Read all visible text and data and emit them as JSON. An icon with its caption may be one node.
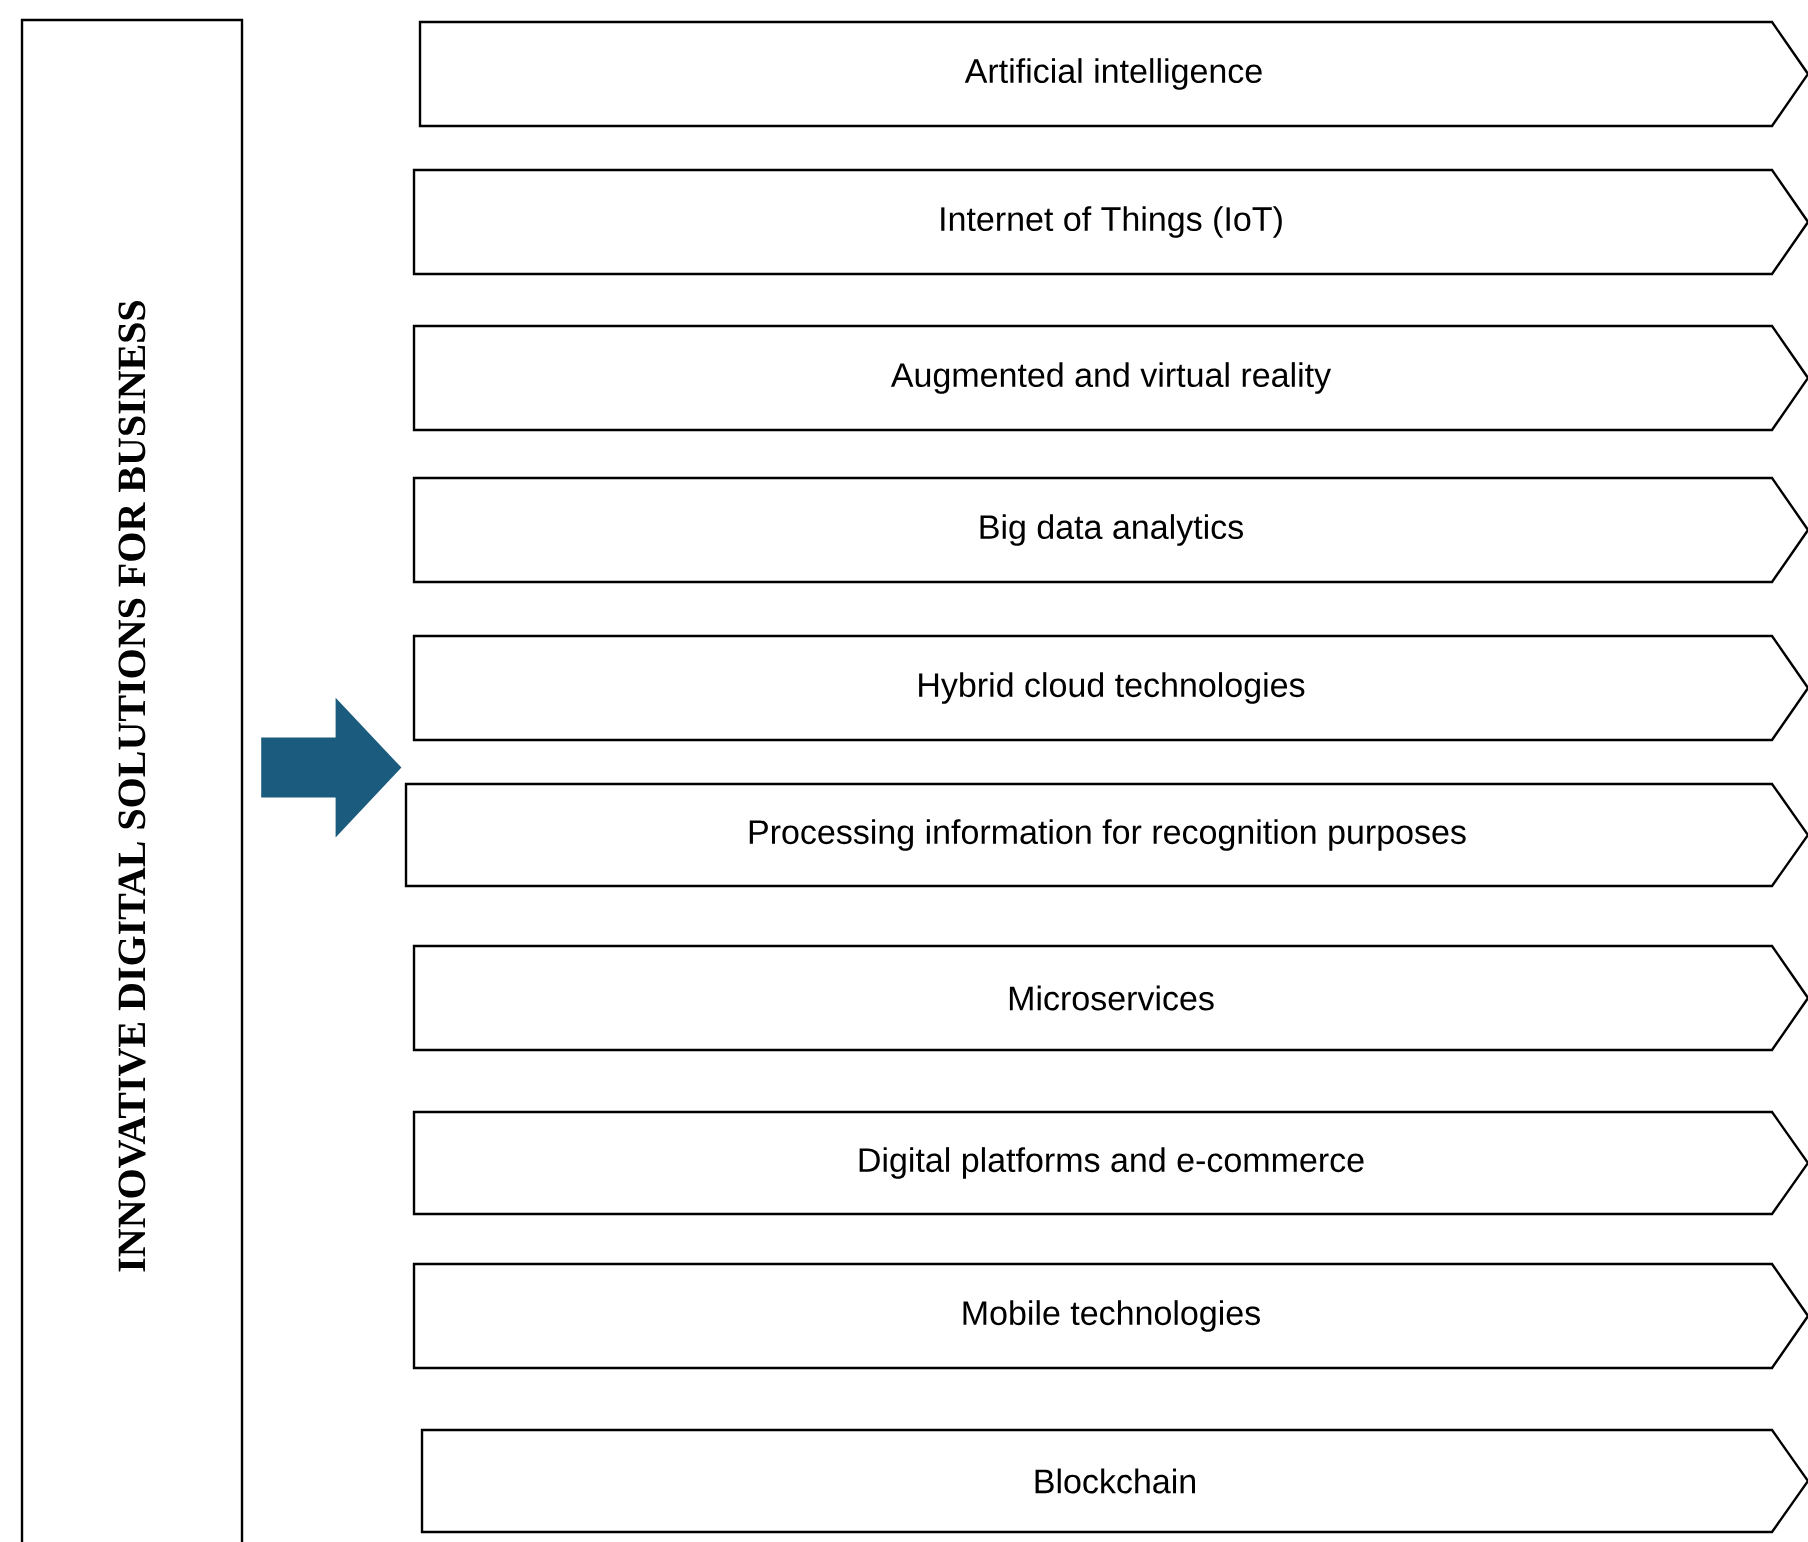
{
  "diagram": {
    "nodes": [
      {
        "text": [
          "INNOVATIVE DIGITAL SOLUTIONS FOR BUSINESS"
        ]
      },
      {
        "text": [
          "Artificial intelligence"
        ]
      },
      {
        "text": [
          "Internet of Things (IoT)"
        ]
      },
      {
        "text": [
          "Augmented and virtual reality"
        ]
      },
      {
        "text": [
          "Big data analytics"
        ]
      },
      {
        "text": [
          "Hybrid cloud technologies"
        ]
      },
      {
        "text": [
          "Processing information for recognition purposes"
        ]
      },
      {
        "text": [
          "Microservices"
        ]
      },
      {
        "text": [
          "Digital platforms and e-commerce"
        ]
      },
      {
        "text": [
          "Mobile technologies"
        ]
      },
      {
        "text": [
          "Blockchain"
        ]
      }
    ],
    "edges": [
      {
        "from": 0,
        "to": 6,
        "arrow": "to",
        "color": "#1b5c7e"
      }
    ]
  }
}
